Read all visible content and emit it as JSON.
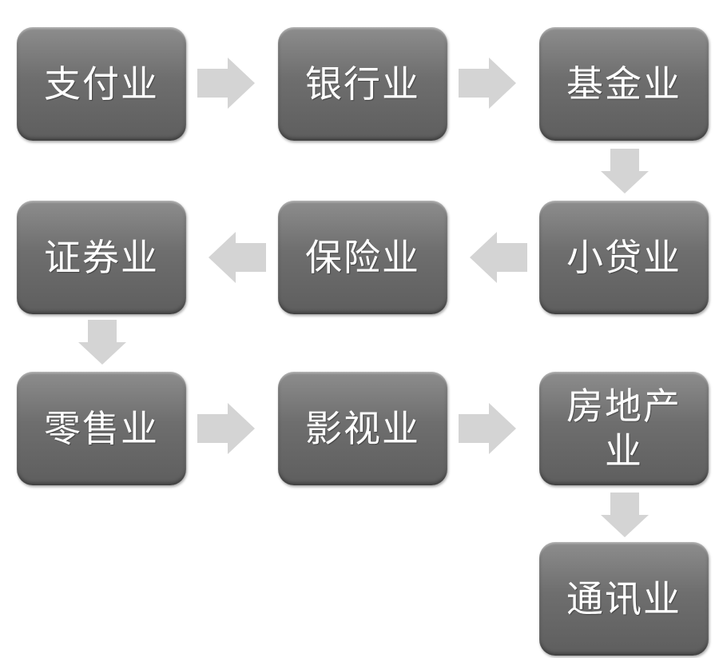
{
  "nodes": {
    "n1": "支付业",
    "n2": "银行业",
    "n3": "基金业",
    "n4": "小贷业",
    "n5": "保险业",
    "n6": "证券业",
    "n7": "零售业",
    "n8": "影视业",
    "n9": "房地产业",
    "n10": "通讯业"
  },
  "colors": {
    "box": "#6e6e6e",
    "arrow": "#d4d4d4",
    "text": "#ffffff"
  }
}
